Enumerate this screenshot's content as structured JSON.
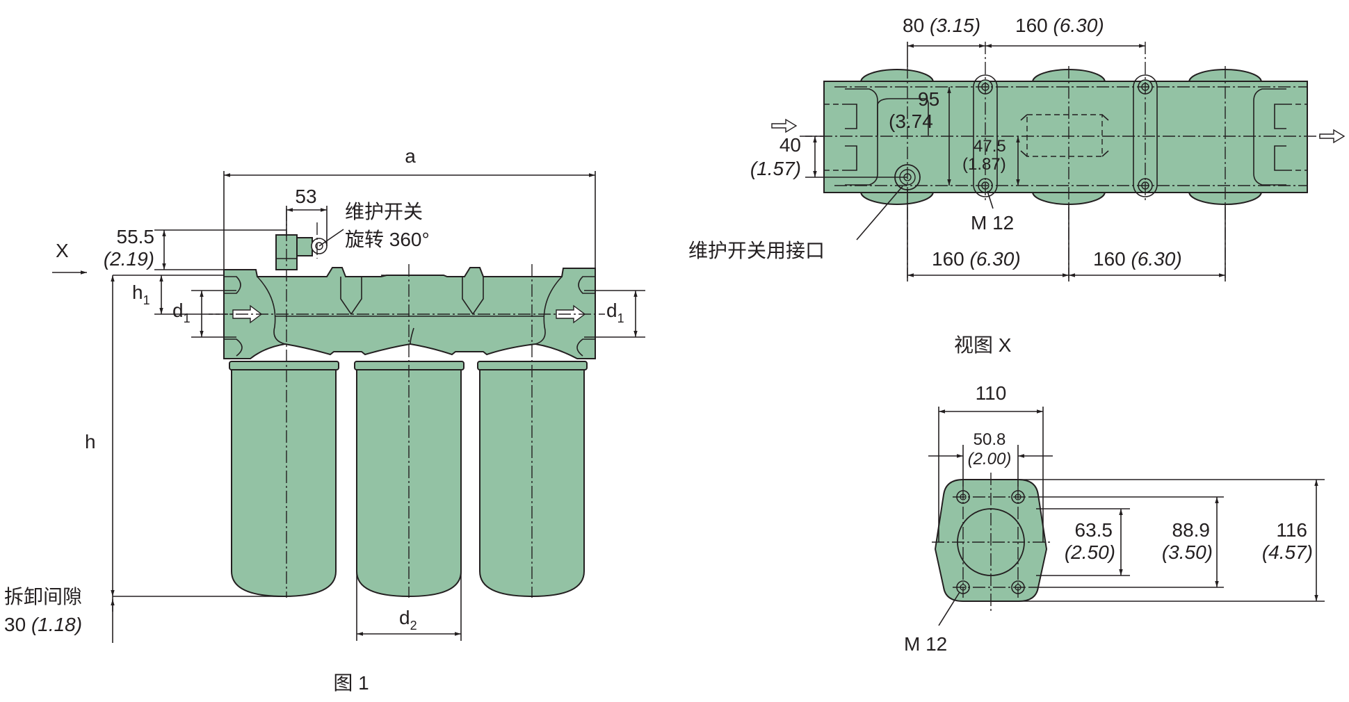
{
  "figure1": {
    "dim_a": "a",
    "dim_53": "53",
    "dim_55_5": "55.5",
    "dim_55_5_in": "(2.19)",
    "maintenance_switch_line1": "维护开关",
    "maintenance_switch_line2": "旋转 360°",
    "view_x_marker": "X",
    "dim_h1": "h",
    "dim_h1_sub": "1",
    "dim_d1_left": "d",
    "dim_d1_left_sub": "1",
    "dim_d1_right": "d",
    "dim_d1_right_sub": "1",
    "dim_h": "h",
    "removal_clearance": "拆卸间隙",
    "removal_clearance_value": "30",
    "removal_clearance_in": "(1.18)",
    "dim_d2": "d",
    "dim_d2_sub": "2",
    "caption": "图 1"
  },
  "view_x": {
    "dim_80": "80",
    "dim_80_in": "(3.15)",
    "dim_160_top": "160",
    "dim_160_top_in": "(6.30)",
    "dim_95": "95",
    "dim_95_in": "(3.74",
    "dim_40": "40",
    "dim_40_in": "(1.57)",
    "dim_47_5": "47.5",
    "dim_47_5_in": "(1.87)",
    "thread_m12": "M 12",
    "port_label": "维护开关用接口",
    "dim_160_bl": "160",
    "dim_160_bl_in": "(6.30)",
    "dim_160_br": "160",
    "dim_160_br_in": "(6.30)",
    "caption": "视图  X"
  },
  "flange": {
    "dim_110": "110",
    "dim_50_8": "50.8",
    "dim_50_8_in": "(2.00)",
    "dim_63_5": "63.5",
    "dim_63_5_in": "(2.50)",
    "dim_88_9": "88.9",
    "dim_88_9_in": "(3.50)",
    "dim_116": "116",
    "dim_116_in": "(4.57)",
    "thread_m12": "M 12"
  }
}
